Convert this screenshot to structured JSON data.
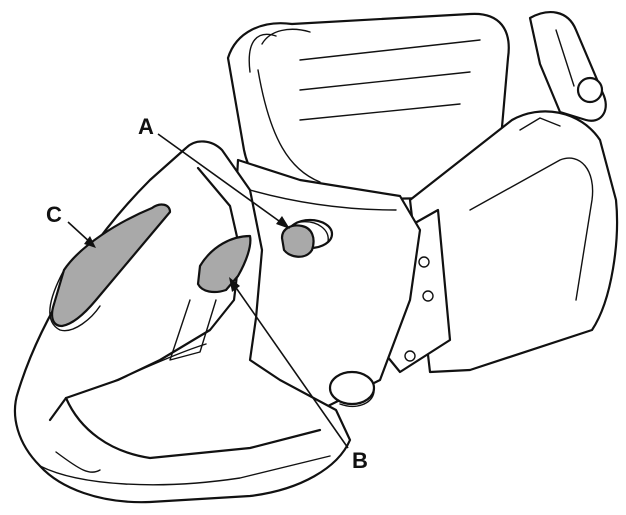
{
  "labels": {
    "a": "A",
    "b": "B",
    "c": "C"
  },
  "colors": {
    "part_fill": "#a9a9a9",
    "ink": "#111111",
    "background": "#ffffff"
  }
}
